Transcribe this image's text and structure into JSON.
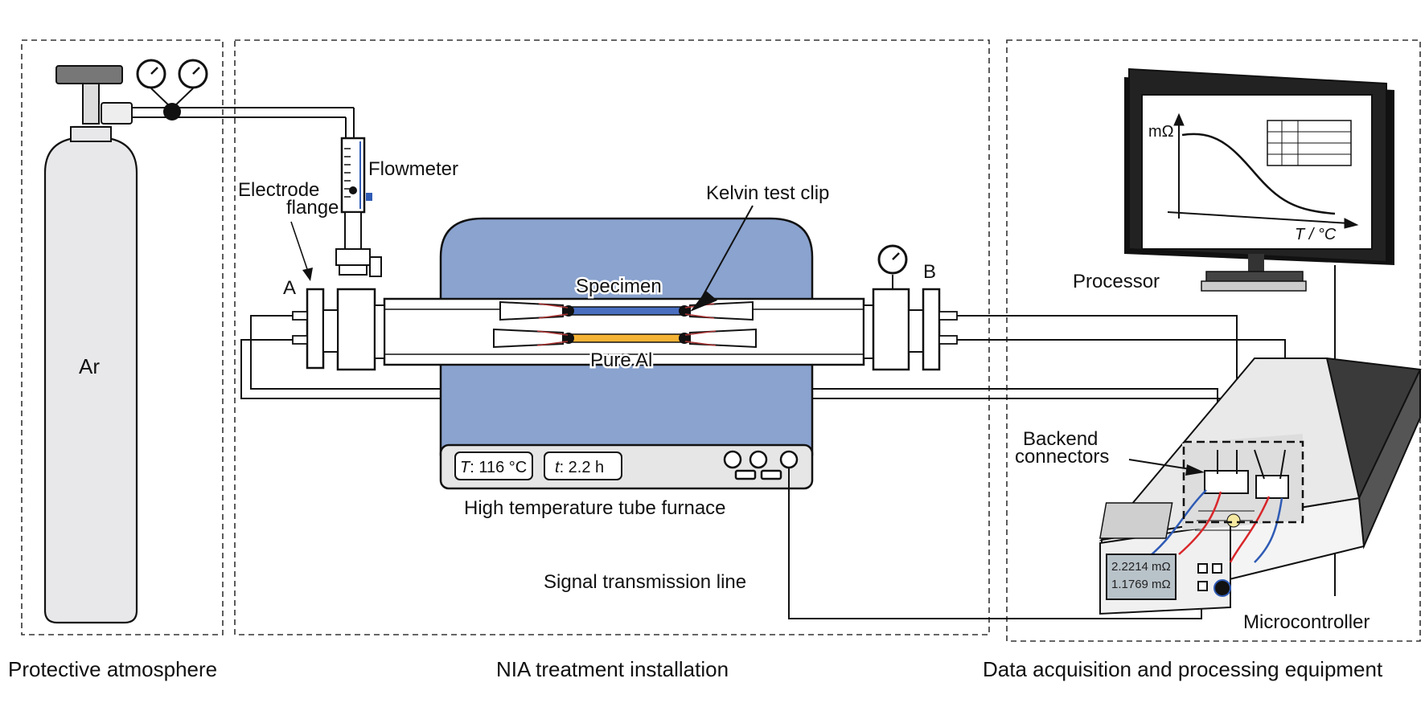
{
  "sections": {
    "left": "Protective atmosphere",
    "middle": "NIA treatment installation",
    "right": "Data acquisition and processing equipment"
  },
  "cylinder": {
    "gas": "Ar"
  },
  "labels": {
    "flowmeter": "Flowmeter",
    "electrode_flange_line1": "Electrode",
    "electrode_flange_line2": "flange",
    "end_a": "A",
    "end_b": "B",
    "kelvin_clip": "Kelvin test clip",
    "specimen": "Specimen",
    "pure_al": "Pure Al",
    "furnace": "High temperature tube furnace",
    "signal_line": "Signal transmission line",
    "processor": "Processor",
    "backend_connectors_line1": "Backend",
    "backend_connectors_line2": "connectors",
    "microcontroller": "Microcontroller"
  },
  "furnace_display": {
    "temp_label": "T",
    "temp_value": ": 116 °C",
    "time_label": "t",
    "time_value": ": 2.2 h"
  },
  "monitor": {
    "y_label": "mΩ",
    "x_label": "T / °C"
  },
  "microcontroller_display": {
    "line1": "2.2214 mΩ",
    "line2": "1.1769 mΩ"
  },
  "colors": {
    "furnace_body": "#8aa3cf",
    "specimen": "#4a6fc0",
    "pure_al": "#f5b335",
    "cylinder": "#e8e8ea",
    "wire_red": "#d8262a",
    "wire_blue": "#2f5bb5"
  }
}
